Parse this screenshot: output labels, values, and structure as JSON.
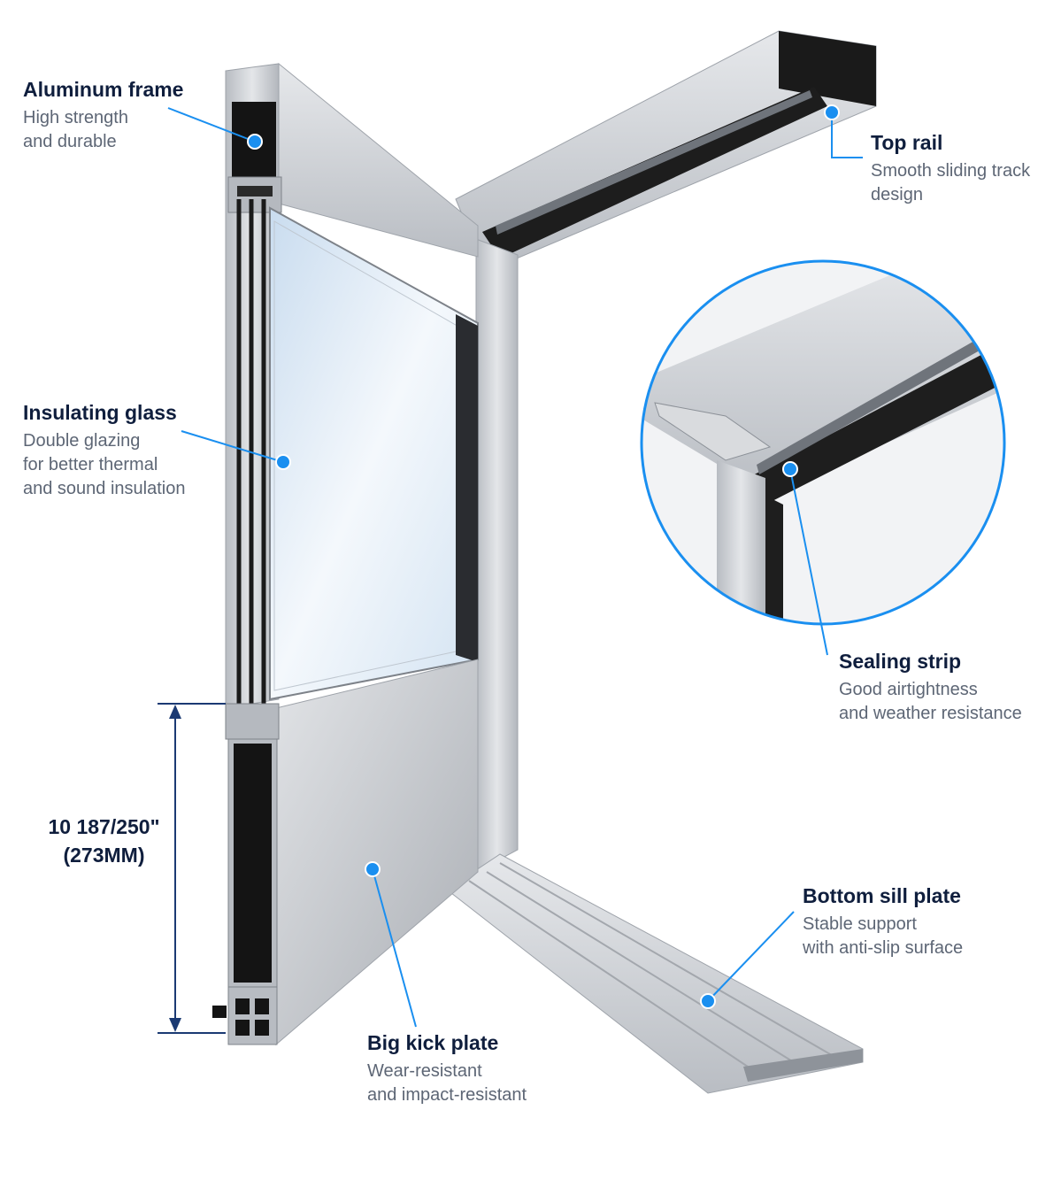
{
  "callouts": {
    "aluminum_frame": {
      "title": "Aluminum frame",
      "lines": [
        "High strength",
        "and durable"
      ]
    },
    "top_rail": {
      "title": "Top rail",
      "lines": [
        "Smooth sliding track",
        "design"
      ]
    },
    "insulating_glass": {
      "title": "Insulating glass",
      "lines": [
        "Double glazing",
        "for better thermal",
        "and sound insulation"
      ]
    },
    "sealing_strip": {
      "title": "Sealing strip",
      "lines": [
        "Good airtightness",
        "and weather resistance"
      ]
    },
    "bottom_sill_plate": {
      "title": "Bottom sill plate",
      "lines": [
        "Stable support",
        "with anti-slip surface"
      ]
    },
    "big_kick_plate": {
      "title": "Big kick plate",
      "lines": [
        "Wear-resistant",
        "and impact-resistant"
      ]
    }
  },
  "dimension": {
    "imperial": "10 187/250\"",
    "metric": "(273MM)"
  },
  "colors": {
    "callout_blue": "#1a8ff0",
    "dimension_navy": "#1b3a73",
    "title_text": "#0f1e3d",
    "body_text": "#5d6675",
    "aluminum": "#c9ccd1",
    "glass": "#dde9f4"
  }
}
